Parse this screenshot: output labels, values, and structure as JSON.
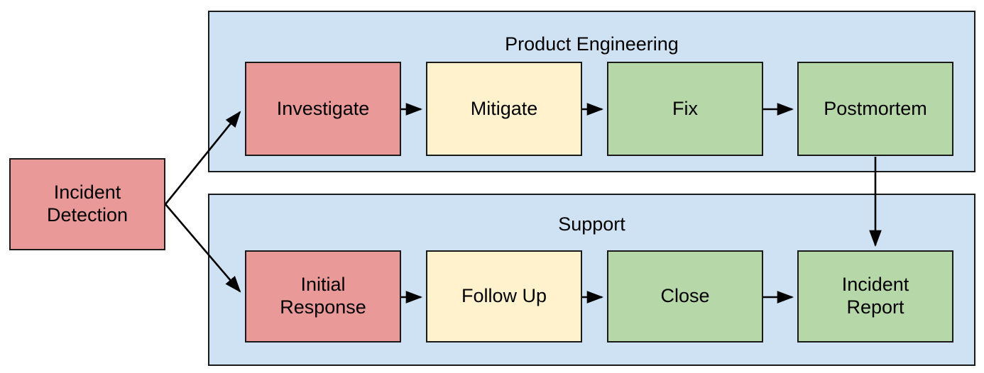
{
  "diagram": {
    "title_hidden": "",
    "colors": {
      "lane_fill": "#cfe2f3",
      "stroke": "#1a1a1a",
      "red": "#ea9999",
      "yellow": "#fff2cc",
      "green": "#b6d7a8",
      "canvas": "#ffffff"
    },
    "lanes": [
      {
        "id": "product-engineering",
        "label": "Product Engineering"
      },
      {
        "id": "support",
        "label": "Support"
      }
    ],
    "nodes": [
      {
        "id": "incident-detection",
        "label": "Incident Detection",
        "line1": "Incident",
        "line2": "Detection",
        "color": "red"
      },
      {
        "id": "investigate",
        "label": "Investigate",
        "line1": "Investigate",
        "line2": "",
        "color": "red"
      },
      {
        "id": "mitigate",
        "label": "Mitigate",
        "line1": "Mitigate",
        "line2": "",
        "color": "yellow"
      },
      {
        "id": "fix",
        "label": "Fix",
        "line1": "Fix",
        "line2": "",
        "color": "green"
      },
      {
        "id": "postmortem",
        "label": "Postmortem",
        "line1": "Postmortem",
        "line2": "",
        "color": "green"
      },
      {
        "id": "initial-response",
        "label": "Initial Response",
        "line1": "Initial",
        "line2": "Response",
        "color": "red"
      },
      {
        "id": "follow-up",
        "label": "Follow Up",
        "line1": "Follow Up",
        "line2": "",
        "color": "yellow"
      },
      {
        "id": "close",
        "label": "Close",
        "line1": "Close",
        "line2": "",
        "color": "green"
      },
      {
        "id": "incident-report",
        "label": "Incident Report",
        "line1": "Incident",
        "line2": "Report",
        "color": "green"
      }
    ],
    "edges": [
      {
        "from": "incident-detection",
        "to": "investigate"
      },
      {
        "from": "incident-detection",
        "to": "initial-response"
      },
      {
        "from": "investigate",
        "to": "mitigate"
      },
      {
        "from": "mitigate",
        "to": "fix"
      },
      {
        "from": "fix",
        "to": "postmortem"
      },
      {
        "from": "postmortem",
        "to": "incident-report"
      },
      {
        "from": "initial-response",
        "to": "follow-up"
      },
      {
        "from": "follow-up",
        "to": "close"
      },
      {
        "from": "close",
        "to": "incident-report"
      }
    ]
  }
}
